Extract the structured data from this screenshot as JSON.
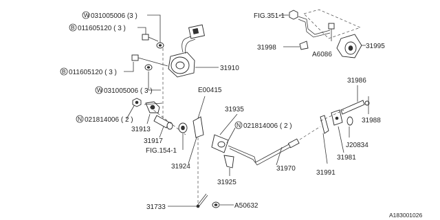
{
  "diagram": {
    "watermark": "A183001026",
    "callouts": {
      "w_top": "W",
      "w_top_code": "031005006 (3 )",
      "b_top": "B",
      "b_top_code": "011605120 ( 3 )",
      "b_mid": "B",
      "b_mid_code": "011605120 ( 3 )",
      "w_mid": "W",
      "w_mid_code": "031005006 ( 3 )",
      "n_left": "N",
      "n_left_code": "021814006 ( 2 )",
      "n_right": "N",
      "n_right_code": "021814006 ( 2 )"
    },
    "labels": {
      "fig351": "FIG.351-1",
      "p31998": "31998",
      "a6086": "A6086",
      "p31995": "31995",
      "p31910": "31910",
      "e00415": "E00415",
      "p31935": "31935",
      "p31913": "31913",
      "p31917": "31917",
      "fig154": "FIG.154-1",
      "p31924": "31924",
      "p31925": "31925",
      "p31970": "31970",
      "p31986": "31986",
      "p31988": "31988",
      "j20834": "J20834",
      "p31981": "31981",
      "p31991": "31991",
      "p31733": "31733",
      "a50632": "A50632"
    }
  }
}
